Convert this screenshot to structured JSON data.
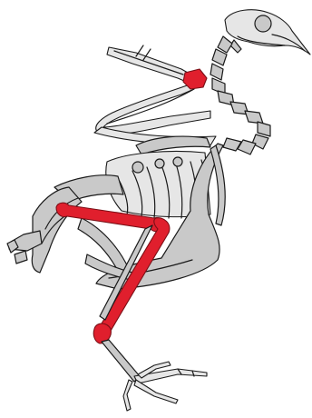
{
  "colors": {
    "bone_fill": "#c9c9c9",
    "bone_fill_light": "#e6e6e6",
    "outline": "#1a1a1a",
    "highlight": "#e01f2d",
    "background": "#ffffff"
  },
  "highlighted_bones": [
    "wing-joint",
    "femur",
    "tibiotarsus",
    "ankle-joint"
  ]
}
